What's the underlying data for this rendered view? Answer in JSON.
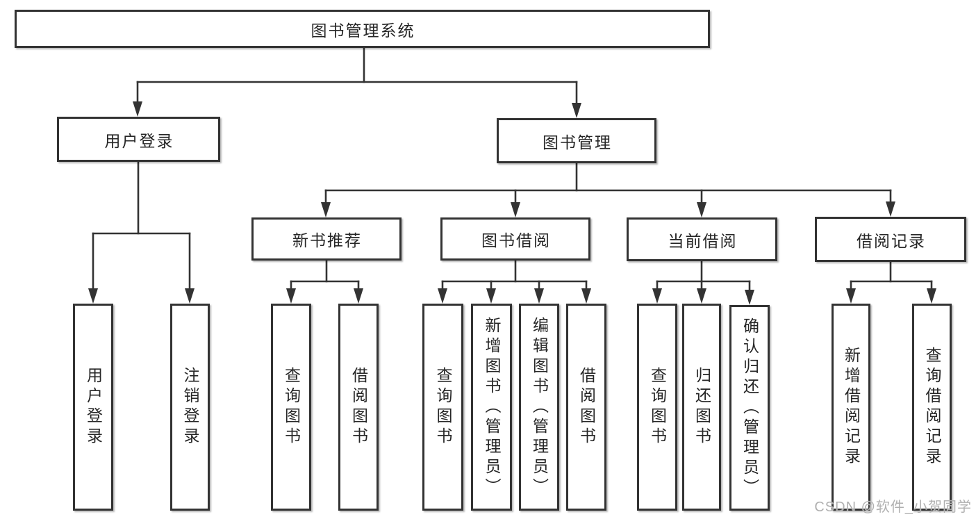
{
  "colors": {
    "line": "#333333",
    "border": "#333333",
    "text": "#262626",
    "background": "#ffffff",
    "watermark": "#b0b0b0"
  },
  "root": {
    "label": "图书管理系统"
  },
  "level2": [
    {
      "label": "用户登录",
      "leaves": [
        "用户登录",
        "注销登录"
      ]
    },
    {
      "label": "图书管理"
    }
  ],
  "level3": [
    {
      "label": "新书推荐",
      "leaves": [
        "查询图书",
        "借阅图书"
      ]
    },
    {
      "label": "图书借阅",
      "leaves": [
        "查询图书",
        "新增图书（管理员）",
        "编辑图书（管理员）",
        "借阅图书"
      ]
    },
    {
      "label": "当前借阅",
      "leaves": [
        "查询图书",
        "归还图书",
        "确认归还（管理员）"
      ]
    },
    {
      "label": "借阅记录",
      "leaves": [
        "新增借阅记录",
        "查询借阅记录"
      ]
    }
  ],
  "watermark": "CSDN @软件_小贺同学"
}
